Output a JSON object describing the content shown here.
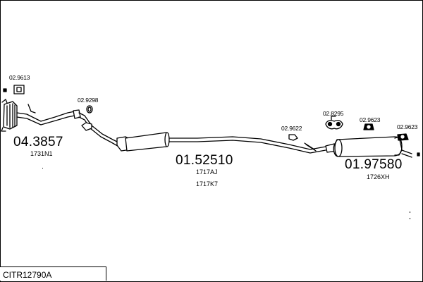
{
  "diagram": {
    "code": "CITR12790A",
    "parts": [
      {
        "number": "04.3857",
        "refs": [
          "1731N1"
        ]
      },
      {
        "number": "01.52510",
        "refs": [
          "1717AJ",
          "1717K7"
        ]
      },
      {
        "number": "01.97580",
        "refs": [
          "1726XH"
        ]
      }
    ],
    "fittings": [
      {
        "number": "02.9613"
      },
      {
        "number": "02.9298"
      },
      {
        "number": "02.9622"
      },
      {
        "number": "02.8295"
      },
      {
        "number": "02.9623"
      },
      {
        "number": "02.9623"
      }
    ]
  }
}
